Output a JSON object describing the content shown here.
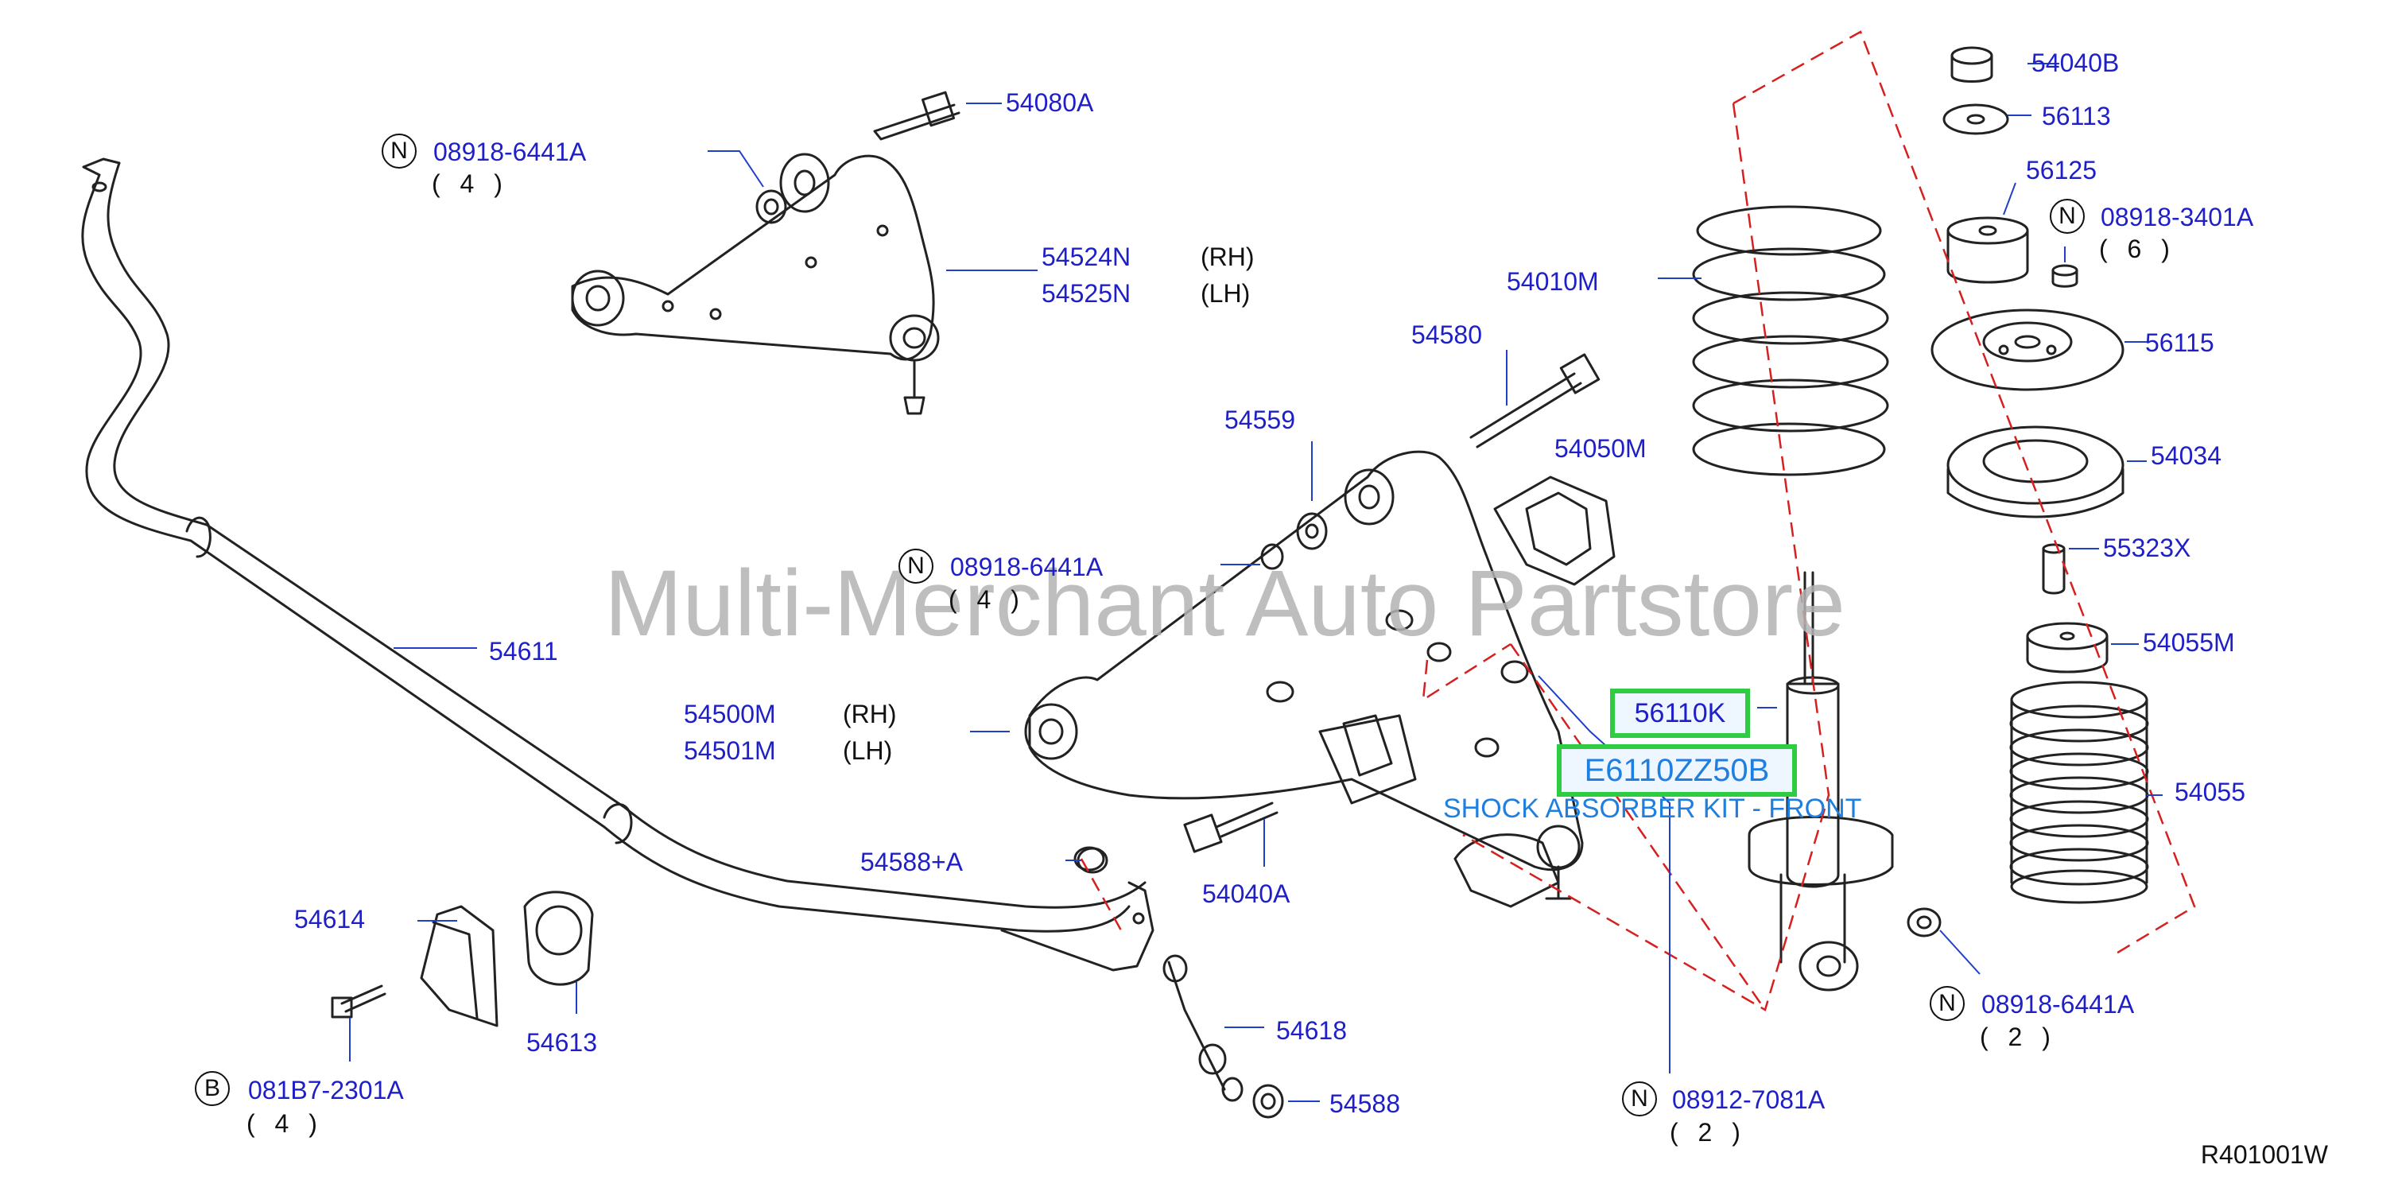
{
  "watermark": "Multi-Merchant Auto Partstore",
  "diagram_code": "R401001W",
  "highlight": {
    "part": "56110K",
    "kit_code": "E6110ZZ50B",
    "kit_desc": "SHOCK ABSORBER KIT - FRONT",
    "color": "#2ecc40"
  },
  "labels": {
    "p54080A": "54080A",
    "p08918_6441A_top": "08918-6441A",
    "qty4_top": "( 4 )",
    "p54524N": "54524N",
    "rh_top": "(RH)",
    "p54525N": "54525N",
    "lh_top": "(LH)",
    "p54010M": "54010M",
    "p54580": "54580",
    "p54559": "54559",
    "p54050M": "54050M",
    "p08918_6441A_mid": "08918-6441A",
    "qty4_mid": "( 4 )",
    "p54611": "54611",
    "p54500M": "54500M",
    "rh_mid": "(RH)",
    "p54501M": "54501M",
    "lh_mid": "(LH)",
    "p54588A": "54588+A",
    "p54040A": "54040A",
    "p54614": "54614",
    "p54613": "54613",
    "p081B7": "081B7-2301A",
    "qty4_bot": "( 4 )",
    "p54618": "54618",
    "p54588": "54588",
    "p08912": "08912-7081A",
    "qty2_bot": "( 2 )",
    "p08918_6441A_right": "08918-6441A",
    "qty2_right": "( 2 )",
    "p54040B": "54040B",
    "p56113": "56113",
    "p56125": "56125",
    "p08918_3401A": "08918-3401A",
    "qty6": "( 6 )",
    "p56115": "56115",
    "p54034": "54034",
    "p55323X": "55323X",
    "p54055M": "54055M",
    "p54055": "54055",
    "badge_n": "N",
    "badge_b": "B"
  }
}
